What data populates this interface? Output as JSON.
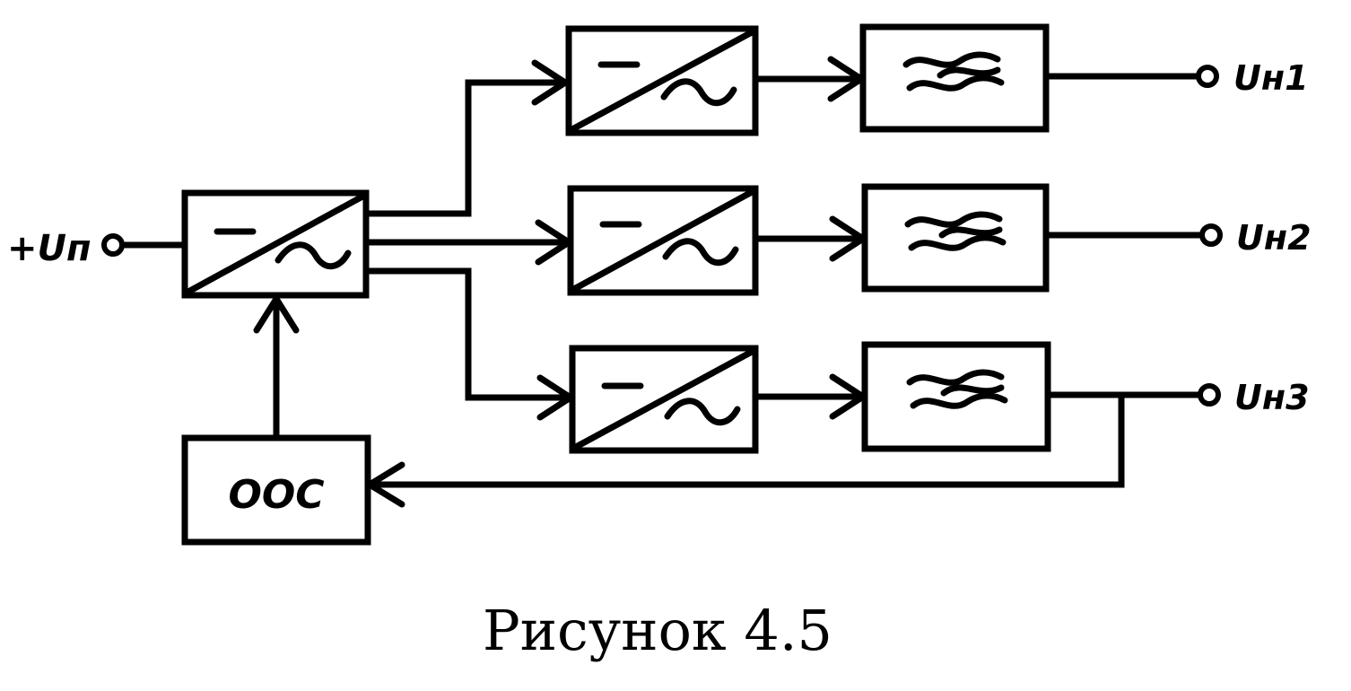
{
  "labels": {
    "input": "+Uп",
    "out1": "Uн1",
    "out2": "Uн2",
    "out3": "Uн3",
    "feedback": "ООС"
  },
  "caption": "Рисунок 4.5"
}
